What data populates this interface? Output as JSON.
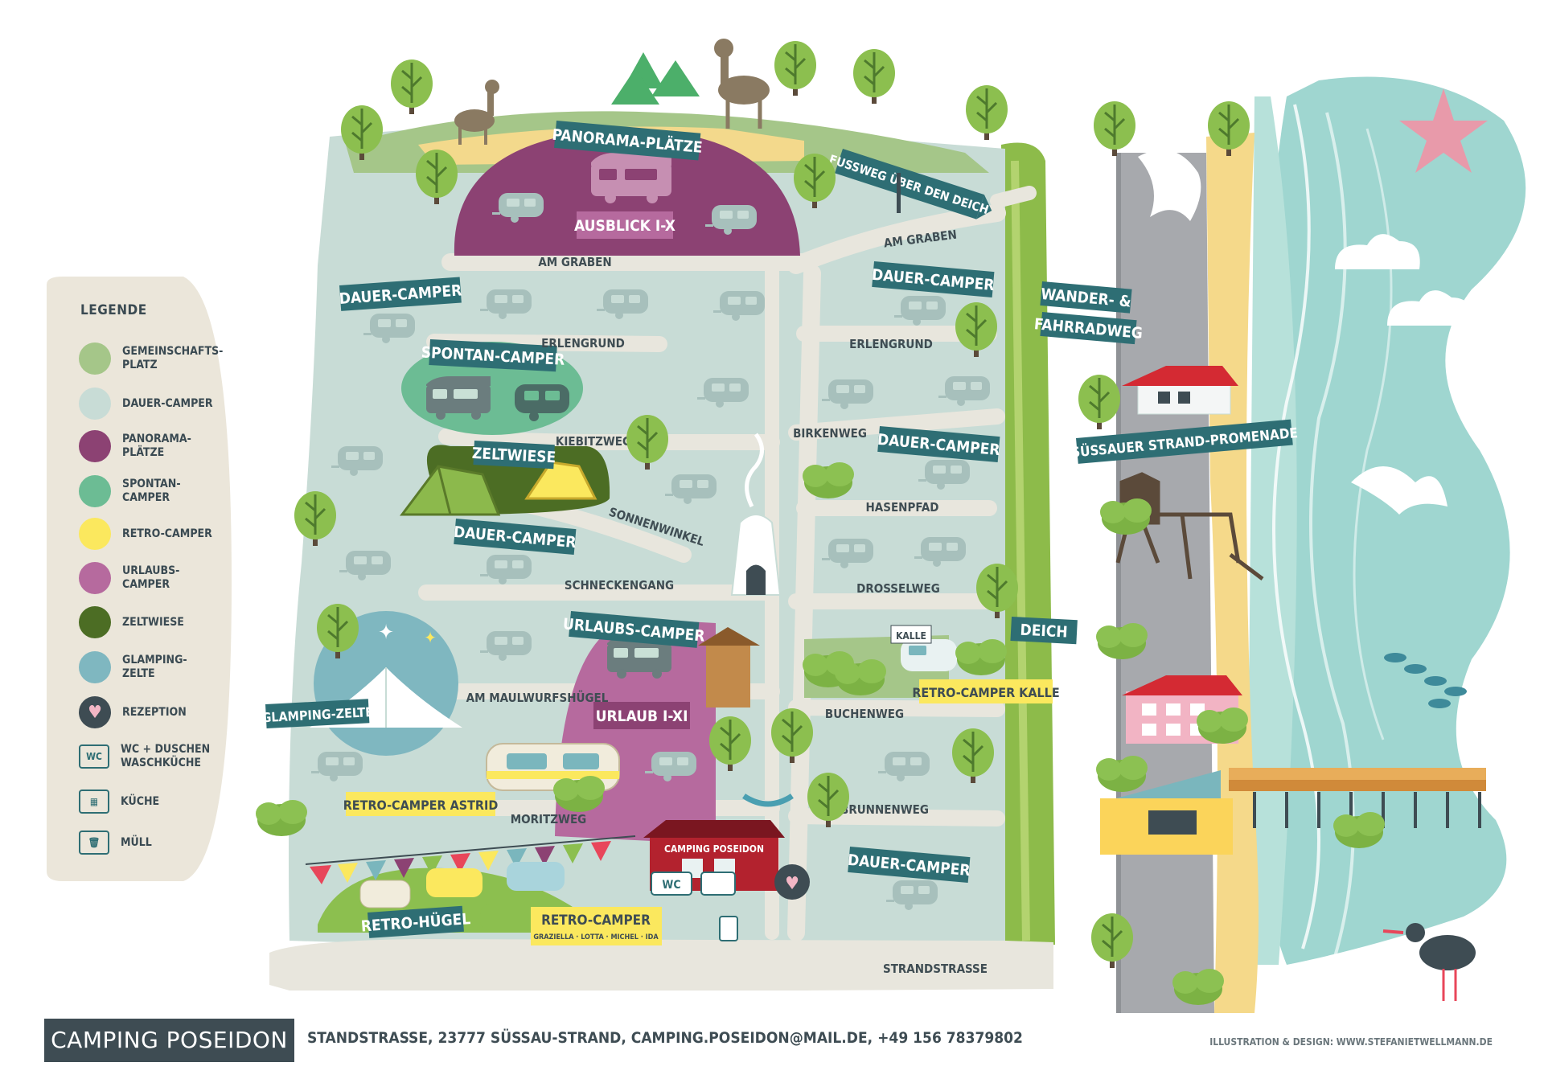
{
  "legend": {
    "title": "LEGENDE",
    "items": [
      {
        "label": "GEMEINSCHAFTS-PLATZ",
        "color": "#a5c689",
        "kind": "dot"
      },
      {
        "label": "DAUER-CAMPER",
        "color": "#c8dcd6",
        "kind": "dot"
      },
      {
        "label": "PANORAMA-PLÄTZE",
        "color": "#8c4273",
        "kind": "dot"
      },
      {
        "label": "SPONTAN-CAMPER",
        "color": "#6cbc94",
        "kind": "dot"
      },
      {
        "label": "RETRO-CAMPER",
        "color": "#fbe85e",
        "kind": "dot"
      },
      {
        "label": "URLAUBS-CAMPER",
        "color": "#b66a9e",
        "kind": "dot"
      },
      {
        "label": "ZELTWIESE",
        "color": "#4c6d24",
        "kind": "dot"
      },
      {
        "label": "GLAMPING-ZELTE",
        "color": "#7fb7c0",
        "kind": "dot"
      },
      {
        "label": "REZEPTION",
        "color": "#3e4c53",
        "kind": "heart"
      },
      {
        "label": "WC + DUSCHEN WASCHKÜCHE",
        "icon": "wc-icon",
        "kind": "icon",
        "glyph": "WC"
      },
      {
        "label": "KÜCHE",
        "icon": "kitchen-icon",
        "kind": "icon",
        "glyph": "▦"
      },
      {
        "label": "MÜLL",
        "icon": "trash-icon",
        "kind": "icon",
        "glyph": "🗑"
      }
    ]
  },
  "areas": {
    "panorama": "PANORAMA-PLÄTZE",
    "ausblick": "AUSBLICK I-X",
    "dauer": "DAUER-CAMPER",
    "spontan": "SPONTAN-CAMPER",
    "zeltwiese": "ZELTWIESE",
    "urlaubs": "URLAUBS-CAMPER",
    "urlaub": "URLAUB I-XI",
    "glamping": "GLAMPING-ZELTE",
    "retro_astrid": "RETRO-CAMPER ASTRID",
    "retro_kalle": "RETRO-CAMPER KALLE",
    "kalle_sign": "KALLE",
    "retro_huegel": "RETRO-HÜGEL",
    "retro_camper": "RETRO-CAMPER",
    "retro_names": "GRAZIELLA · LOTTA · MICHEL · IDA",
    "camping_sign": "CAMPING POSEIDON",
    "fussweg": "FUSSWEG ÜBER DEN DEICH",
    "wanderweg_1": "WANDER- &",
    "wanderweg_2": "FAHRRADWEG",
    "deich": "DEICH",
    "promenade": "SÜSSAUER STRAND-PROMENADE"
  },
  "streets": {
    "am_graben": "AM GRABEN",
    "erlengrund": "ERLENGRUND",
    "kiebitzweg": "KIEBITZWEG",
    "birkenweg": "BIRKENWEG",
    "hasenpfad": "HASENPFAD",
    "sonnenwinkel": "SONNENWINKEL",
    "schneckengang": "SCHNECKENGANG",
    "drosselweg": "DROSSELWEG",
    "maulwurf": "AM MAULWURFSHÜGEL",
    "buchenweg": "BUCHENWEG",
    "moritzweg": "MORITZWEG",
    "brunnenweg": "BRUNNENWEG",
    "strandstrasse": "STRANDSTRASSE"
  },
  "footer": {
    "brand": "CAMPING POSEIDON",
    "address": "STANDSTRASSE, 23777 SÜSSAU-STRAND, CAMPING.POSEIDON@MAIL.DE, +49 156 78379802",
    "credit": "ILLUSTRATION & DESIGN: WWW.STEFANIETWELLMANN.DE"
  },
  "colors": {
    "meadow": "#c8dcd6",
    "road": "#e8e6dd",
    "panorama": "#8c4273",
    "urlaubs": "#b66a9e",
    "ribbon": "#2e6e74",
    "retro_label": "#fbe85e",
    "sea": "#8fcfc9",
    "sand": "#f5d98a",
    "promenade": "#a7a9ad",
    "dike": "#8dbb4a"
  }
}
